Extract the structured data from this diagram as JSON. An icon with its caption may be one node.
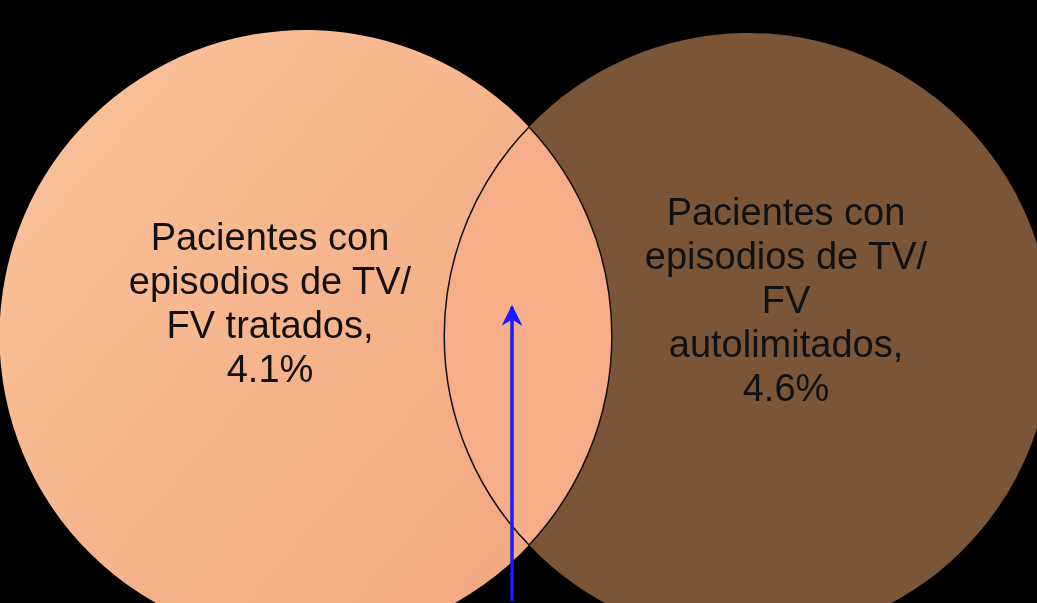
{
  "diagram": {
    "nodes": [
      {
        "text": [
          "Pacientes con episodios de TV/ FV tratados, 4.1%"
        ]
      },
      {
        "text": [
          "Pacientes con episodios de TV/ FV autolimitados, 4.6%"
        ]
      },
      {
        "text": [],
        "shape": "lens"
      }
    ],
    "edges": [
      {
        "from": null,
        "to": 2,
        "arrow": "to"
      }
    ]
  }
}
